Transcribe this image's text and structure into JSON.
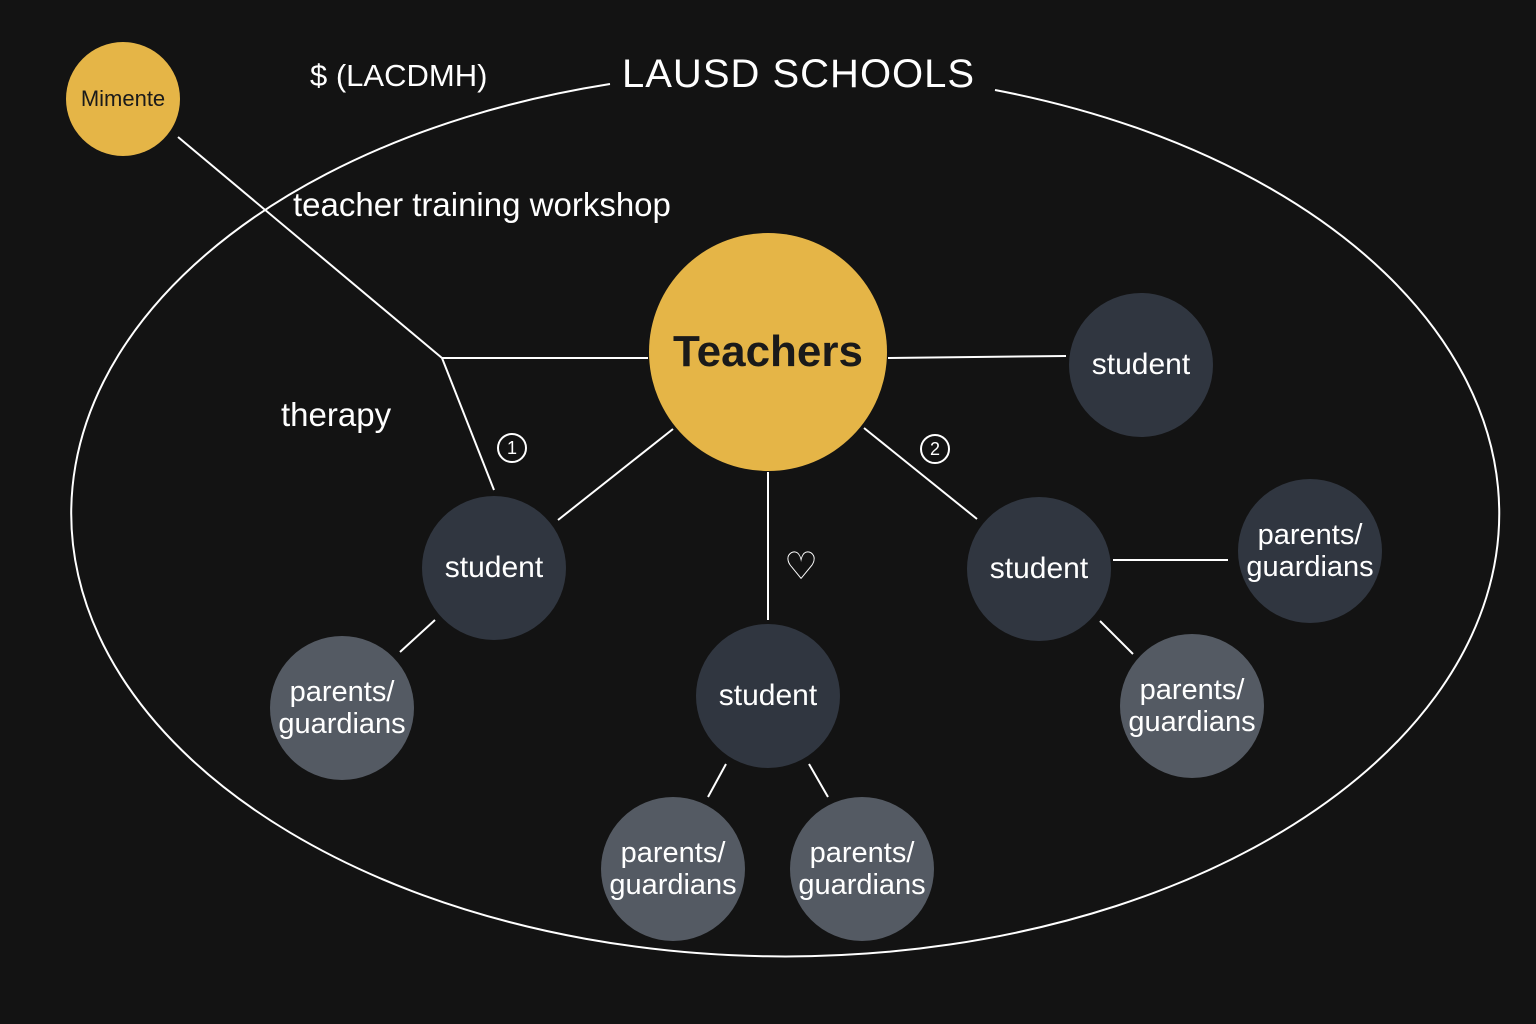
{
  "title": "LAUSD SCHOOLS",
  "funding_label": "$ (LACDMH)",
  "labels": {
    "teacher_training": "teacher training workshop",
    "therapy": "therapy"
  },
  "nodes": {
    "mimente": "Mimente",
    "teachers": "Teachers",
    "student_right": "student",
    "student_left": "student",
    "student_center": "student",
    "student_right_lower": "student",
    "parents_left": "parents/\nguardians",
    "parents_center_a": "parents/\nguardians",
    "parents_center_b": "parents/\nguardians",
    "parents_right_a": "parents/\nguardians",
    "parents_right_b": "parents/\nguardians"
  },
  "markers": {
    "one": "1",
    "two": "2",
    "heart": "♡"
  },
  "colors": {
    "background": "#131313",
    "accent_yellow": "#e5b547",
    "student_fill": "#303640",
    "parent_fill": "#545a63",
    "line": "#ffffff"
  }
}
